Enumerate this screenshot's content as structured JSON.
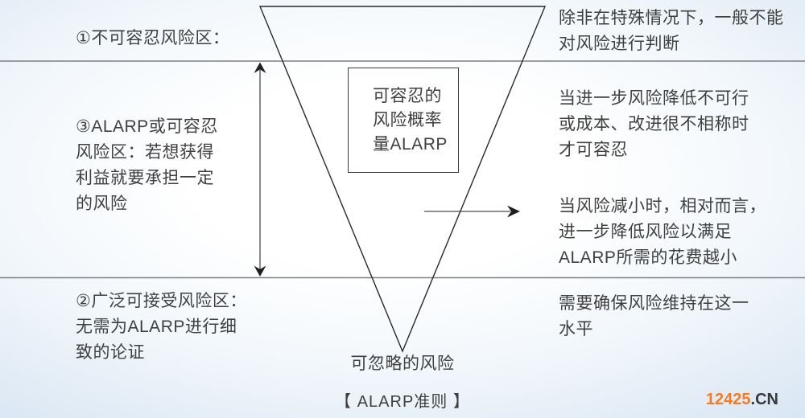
{
  "diagram_title": "【 ALARP准则 】",
  "regions": {
    "intolerable": {
      "label": "①不可容忍风险区："
    },
    "alarp": {
      "lines": [
        "③ALARP或可容忍",
        "风险区：若想获得",
        "利益就要承担一定",
        "的风险"
      ]
    },
    "acceptable": {
      "lines": [
        "②广泛可接受风险区：",
        "无需为ALARP进行细",
        "致的论证"
      ]
    }
  },
  "triangle_box": {
    "lines": [
      "可容忍的",
      "风险概率",
      "量ALARP"
    ]
  },
  "annotations": {
    "top_right": {
      "lines": [
        "除非在特殊情况下，一般不能",
        "对风险进行判断"
      ]
    },
    "mid_right_upper": {
      "lines": [
        "当进一步风险降低不可行",
        "或成本、改进很不相称时",
        "才可容忍"
      ]
    },
    "mid_right_lower": {
      "lines": [
        "当风险减小时，相对而言，",
        "进一步降低风险以满足",
        "ALARP所需的花费越小"
      ]
    },
    "bottom_right": {
      "lines": [
        "需要确保风险维持在这一",
        "水平"
      ]
    }
  },
  "captions": {
    "negligible_risk": "可忽略的风险"
  },
  "watermark": {
    "name": "12425",
    "tld": ".CN"
  },
  "colors": {
    "text": "#3f3f3f",
    "divider_line": "#7f7f7f",
    "shape_stroke": "#2a2a2a",
    "watermark_accent": "#f47b20",
    "watermark_tld": "#3a3a3a",
    "background_edge": "#d9e6f3",
    "background_center": "#ffffff"
  }
}
